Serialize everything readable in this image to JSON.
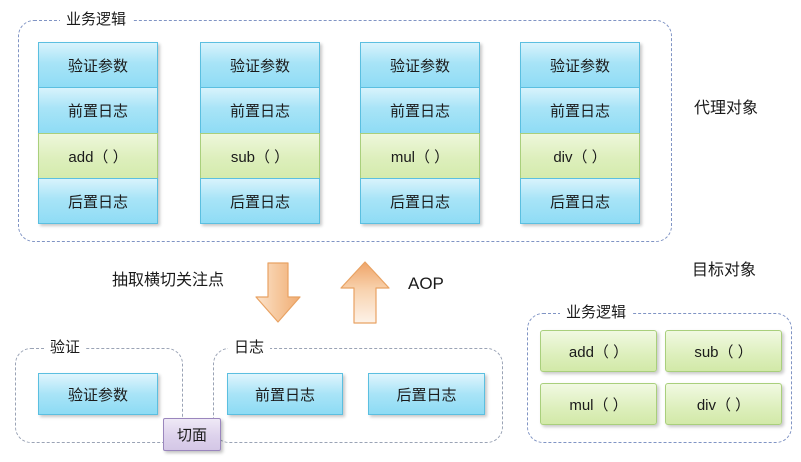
{
  "diagram": {
    "title_top": "业务逻辑",
    "proxy_object_label": "代理对象",
    "target_object_label": "目标对象",
    "target_business_label": "业务逻辑",
    "extract_label": "抽取横切关注点",
    "aop_label": "AOP",
    "aspect_badge": "切面",
    "validate_group_label": "验证",
    "log_group_label": "日志"
  },
  "proxy_columns": [
    {
      "cells": [
        {
          "text": "验证参数",
          "kind": "blue"
        },
        {
          "text": "前置日志",
          "kind": "blue"
        },
        {
          "text": "add（ ）",
          "kind": "green"
        },
        {
          "text": "后置日志",
          "kind": "blue"
        }
      ]
    },
    {
      "cells": [
        {
          "text": "验证参数",
          "kind": "blue"
        },
        {
          "text": "前置日志",
          "kind": "blue"
        },
        {
          "text": "sub（ ）",
          "kind": "green"
        },
        {
          "text": "后置日志",
          "kind": "blue"
        }
      ]
    },
    {
      "cells": [
        {
          "text": "验证参数",
          "kind": "blue"
        },
        {
          "text": "前置日志",
          "kind": "blue"
        },
        {
          "text": "mul（ ）",
          "kind": "green"
        },
        {
          "text": "后置日志",
          "kind": "blue"
        }
      ]
    },
    {
      "cells": [
        {
          "text": "验证参数",
          "kind": "blue"
        },
        {
          "text": "前置日志",
          "kind": "blue"
        },
        {
          "text": "div（ ）",
          "kind": "green"
        },
        {
          "text": "后置日志",
          "kind": "blue"
        }
      ]
    }
  ],
  "validate_group": {
    "items": [
      {
        "text": "验证参数"
      }
    ]
  },
  "log_group": {
    "items": [
      {
        "text": "前置日志"
      },
      {
        "text": "后置日志"
      }
    ]
  },
  "target_methods": [
    {
      "text": "add（ ）"
    },
    {
      "text": "sub（ ）"
    },
    {
      "text": "mul（ ）"
    },
    {
      "text": "div（ ）"
    }
  ],
  "colors": {
    "blue_border": "#5bbfe0",
    "blue_fill": "#a8e4f7",
    "green_border": "#a9cf7c",
    "green_fill": "#ddefbc",
    "purple_border": "#9a86bd",
    "purple_fill": "#ddd2ec",
    "arrow_fill": "#f5bd85",
    "dashed_border": "#8094c4",
    "text": "#1a1a1a"
  }
}
